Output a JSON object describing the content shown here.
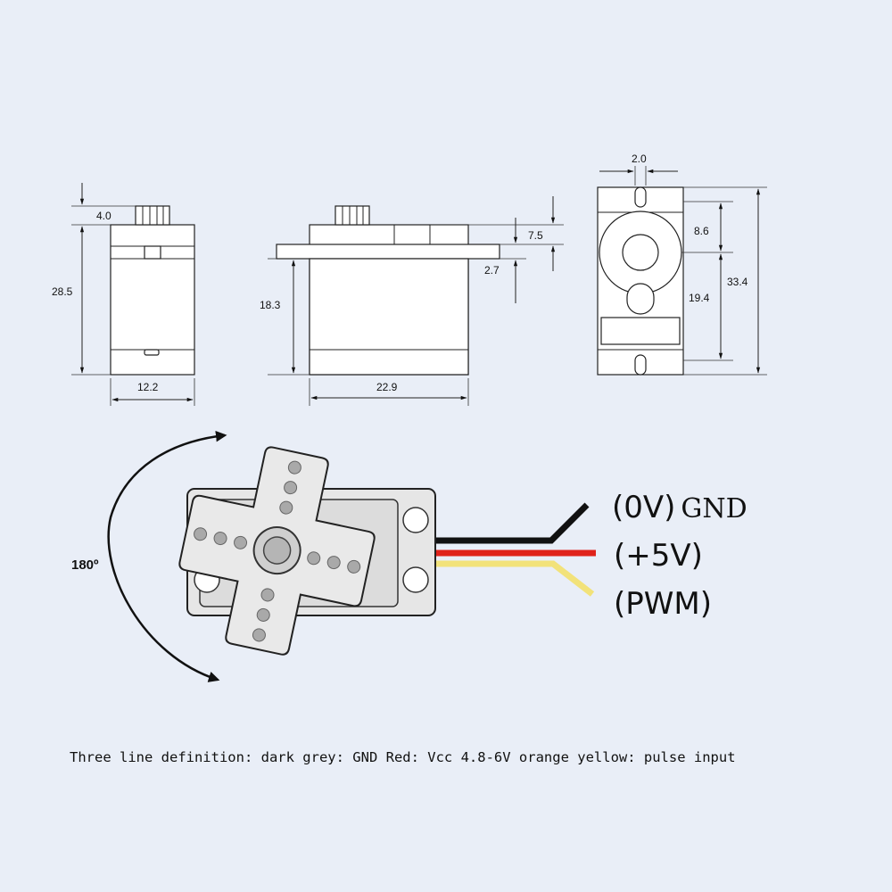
{
  "dimensions": {
    "shaft_height": "4.0",
    "body_height": "28.5",
    "width": "12.2",
    "lower_body_height": "18.3",
    "length": "22.9",
    "mount_top_offset": "7.5",
    "flange_thickness": "2.7",
    "slot_width": "2.0",
    "shaft_to_top": "8.6",
    "shaft_to_bottom": "19.4",
    "total_height": "33.4"
  },
  "rotation": {
    "angle_label": "180º"
  },
  "wires": [
    {
      "paren": "(0V)",
      "word": "GND",
      "color": "#111111"
    },
    {
      "paren": "(+5V)",
      "word": "",
      "color": "#e0231b"
    },
    {
      "paren": "(PWM)",
      "word": "",
      "color": "#f2e27a"
    }
  ],
  "caption": "Three line definition: dark grey: GND Red: Vcc 4.8-6V orange yellow: pulse input"
}
